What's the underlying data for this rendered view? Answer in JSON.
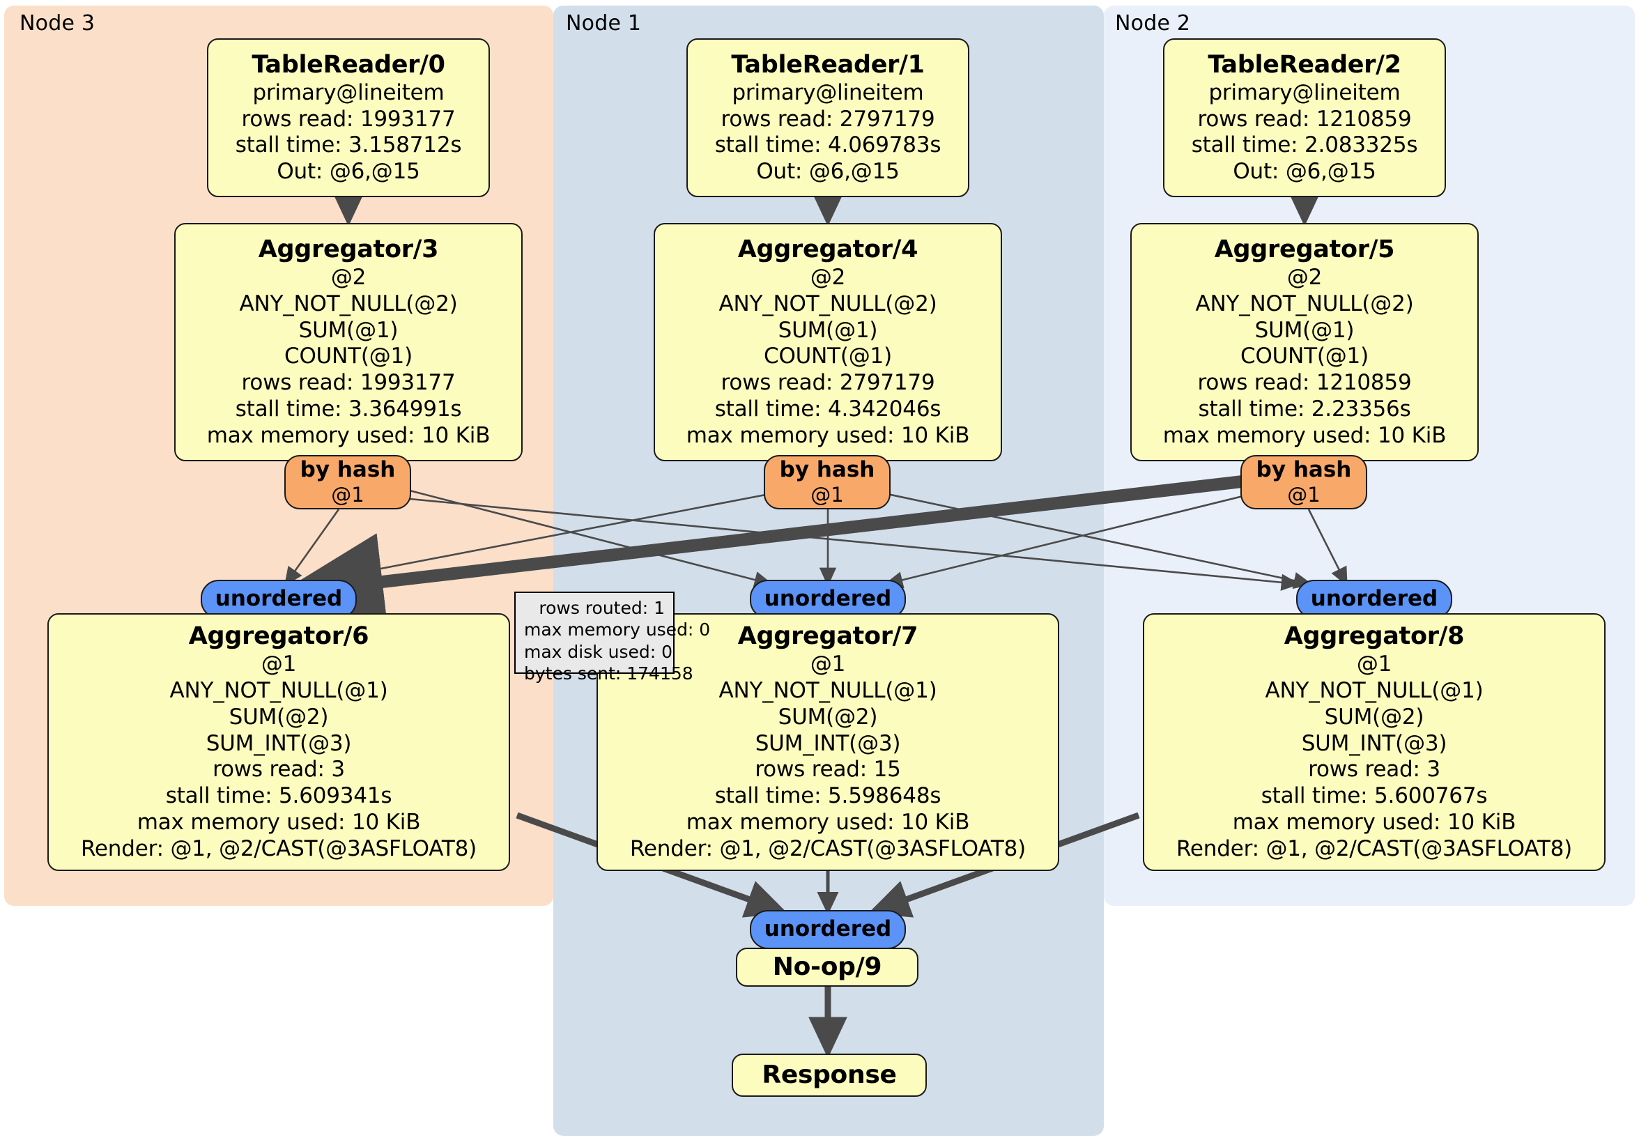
{
  "diagram": {
    "type": "distributed-query-execution-plan",
    "clusters": [
      {
        "id": "node3",
        "label": "Node 3",
        "color": "#fbdfc9"
      },
      {
        "id": "node1",
        "label": "Node 1",
        "color": "#d2dfeb"
      },
      {
        "id": "node2",
        "label": "Node 2",
        "color": "#eaf0fa"
      }
    ],
    "colors": {
      "processor_fill": "#fcfcbe",
      "router_fill": "#f8a96a",
      "receiver_fill": "#5b93f7",
      "stats_fill": "#e9e9e9",
      "edge": "#4a4a4a",
      "border": "#1a1a1a"
    },
    "nodes": {
      "tablereader0": {
        "title": "TableReader/0",
        "lines": [
          "primary@lineitem",
          "rows read: 1993177",
          "stall time: 3.158712s",
          "Out: @6,@15"
        ]
      },
      "tablereader1": {
        "title": "TableReader/1",
        "lines": [
          "primary@lineitem",
          "rows read: 2797179",
          "stall time: 4.069783s",
          "Out: @6,@15"
        ]
      },
      "tablereader2": {
        "title": "TableReader/2",
        "lines": [
          "primary@lineitem",
          "rows read: 1210859",
          "stall time: 2.083325s",
          "Out: @6,@15"
        ]
      },
      "aggregator3": {
        "title": "Aggregator/3",
        "lines": [
          "@2",
          "ANY_NOT_NULL(@2)",
          "SUM(@1)",
          "COUNT(@1)",
          "rows read: 1993177",
          "stall time: 3.364991s",
          "max memory used: 10 KiB"
        ]
      },
      "aggregator4": {
        "title": "Aggregator/4",
        "lines": [
          "@2",
          "ANY_NOT_NULL(@2)",
          "SUM(@1)",
          "COUNT(@1)",
          "rows read: 2797179",
          "stall time: 4.342046s",
          "max memory used: 10 KiB"
        ]
      },
      "aggregator5": {
        "title": "Aggregator/5",
        "lines": [
          "@2",
          "ANY_NOT_NULL(@2)",
          "SUM(@1)",
          "COUNT(@1)",
          "rows read: 1210859",
          "stall time: 2.23356s",
          "max memory used: 10 KiB"
        ]
      },
      "aggregator6": {
        "title": "Aggregator/6",
        "lines": [
          "@1",
          "ANY_NOT_NULL(@1)",
          "SUM(@2)",
          "SUM_INT(@3)",
          "rows read: 3",
          "stall time: 5.609341s",
          "max memory used: 10 KiB",
          "Render: @1, @2/CAST(@3ASFLOAT8)"
        ]
      },
      "aggregator7": {
        "title": "Aggregator/7",
        "lines": [
          "@1",
          "ANY_NOT_NULL(@1)",
          "SUM(@2)",
          "SUM_INT(@3)",
          "rows read: 15",
          "stall time: 5.598648s",
          "max memory used: 10 KiB",
          "Render: @1, @2/CAST(@3ASFLOAT8)"
        ]
      },
      "aggregator8": {
        "title": "Aggregator/8",
        "lines": [
          "@1",
          "ANY_NOT_NULL(@1)",
          "SUM(@2)",
          "SUM_INT(@3)",
          "rows read: 3",
          "stall time: 5.600767s",
          "max memory used: 10 KiB",
          "Render: @1, @2/CAST(@3ASFLOAT8)"
        ]
      },
      "noop9": {
        "title": "No-op/9",
        "lines": []
      },
      "response": {
        "title": "Response",
        "lines": []
      }
    },
    "routers": [
      {
        "id": "byhash3",
        "title": "by hash",
        "sub": "@1"
      },
      {
        "id": "byhash4",
        "title": "by hash",
        "sub": "@1"
      },
      {
        "id": "byhash5",
        "title": "by hash",
        "sub": "@1"
      }
    ],
    "receivers": [
      {
        "id": "unordered6",
        "title": "unordered"
      },
      {
        "id": "unordered7",
        "title": "unordered"
      },
      {
        "id": "unordered8",
        "title": "unordered"
      },
      {
        "id": "unordered9",
        "title": "unordered"
      }
    ],
    "stats_box": {
      "lines": [
        "rows routed: 1",
        "max memory used: 0",
        "max disk used: 0",
        "bytes sent: 174158"
      ]
    }
  }
}
